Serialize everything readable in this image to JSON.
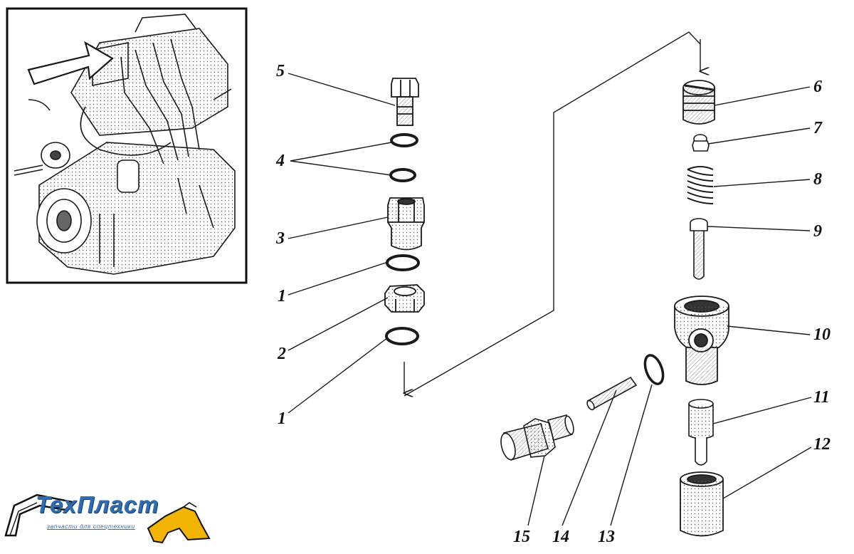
{
  "labels": {
    "p1a": "1",
    "p1b": "1",
    "p2": "2",
    "p3": "3",
    "p4": "4",
    "p5": "5",
    "p6": "6",
    "p7": "7",
    "p8": "8",
    "p9": "9",
    "p10": "10",
    "p11": "11",
    "p12": "12",
    "p13": "13",
    "p14": "14",
    "p15": "15"
  },
  "logo": {
    "name": "ТехПласт",
    "tagline": "запчасти для спецтехники",
    "color": "#2f6db3",
    "accent": "#f2b400"
  },
  "colors": {
    "line": "#1a1a1a",
    "hatch": "#555555"
  }
}
